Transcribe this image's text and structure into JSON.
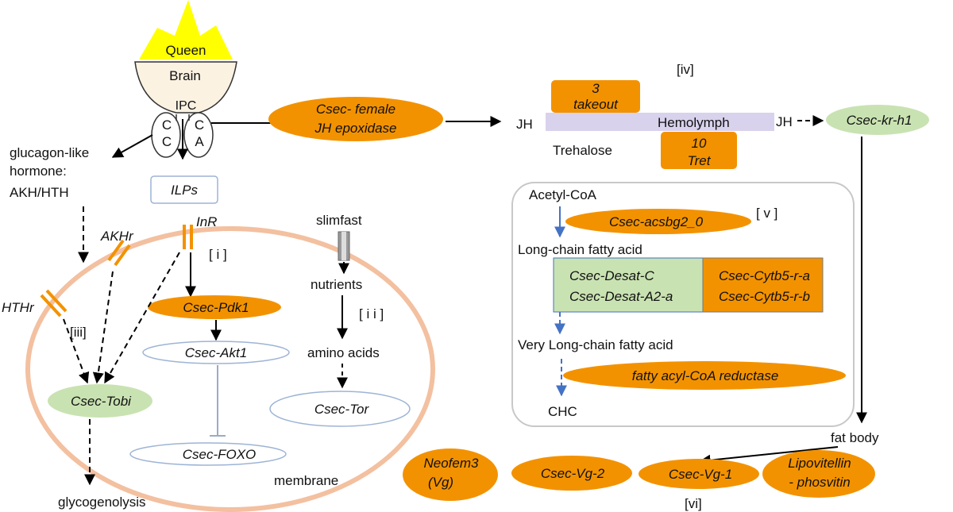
{
  "colors": {
    "orange": "#F39200",
    "green": "#C9E2B2",
    "lavender": "#D9D2EC",
    "crown": "#FFFF00",
    "brain": "#FBF2E2",
    "membrane": "#F3C0A0",
    "blue_arrow": "#4472C4",
    "black": "#000000"
  },
  "queen": {
    "crown_label": "Queen",
    "brain_label": "Brain",
    "ipc_label": "IPC",
    "cc_left_top": "C",
    "cc_left_bottom": "C",
    "ca_top": "C",
    "ca_bottom": "A"
  },
  "left": {
    "glucagon_line1": "glucagon-like",
    "glucagon_line2": "hormone:",
    "glucagon_line3": "AKH/HTH",
    "ilps": "ILPs",
    "inr": "InR",
    "akhr": "AKHr",
    "hthr": "HTHr",
    "label_i": "[ i ]",
    "label_ii": "[ i i ]",
    "label_iii": "[iii]",
    "pdk1": "Csec-Pdk1",
    "akt1": "Csec-Akt1",
    "foxo": "Csec-FOXO",
    "tobi": "Csec-Tobi",
    "slimfast": "slimfast",
    "nutrients": "nutrients",
    "amino_acids": "amino acids",
    "tor": "Csec-Tor",
    "membrane": "membrane",
    "glycogenolysis": "glycogenolysis"
  },
  "jh": {
    "epoxidase_line1": "Csec- female",
    "epoxidase_line2": "JH  epoxidase",
    "label_iv": "[iv]",
    "jh_left": "JH",
    "jh_right": "JH",
    "hemolymph": "Hemolymph",
    "takeout_line1": "3",
    "takeout_line2": "takeout",
    "trehalose": "Trehalose",
    "tret_line1": "10",
    "tret_line2": "Tret",
    "kr_h1": "Csec-kr-h1"
  },
  "chc": {
    "acetyl_coa": "Acetyl-CoA",
    "acsbg": "Csec-acsbg2_0",
    "label_v": "[ v ]",
    "long_chain": "Long-chain fatty acid",
    "desat_c": "Csec-Desat-C",
    "desat_a2a": "Csec-Desat-A2-a",
    "cytb5_a": "Csec-Cytb5-r-a",
    "cytb5_b": "Csec-Cytb5-r-b",
    "very_long_chain": "Very Long-chain fatty acid",
    "far": "fatty acyl-CoA reductase",
    "chc": "CHC"
  },
  "vitellogenesis": {
    "fat_body": "fat body",
    "neofem_line1": "Neofem3",
    "neofem_line2": "(Vg)",
    "vg2": "Csec-Vg-2",
    "vg1": "Csec-Vg-1",
    "lipo_line1": "Lipovitellin",
    "lipo_line2": "- phosvitin",
    "label_vi": "[vi]"
  }
}
